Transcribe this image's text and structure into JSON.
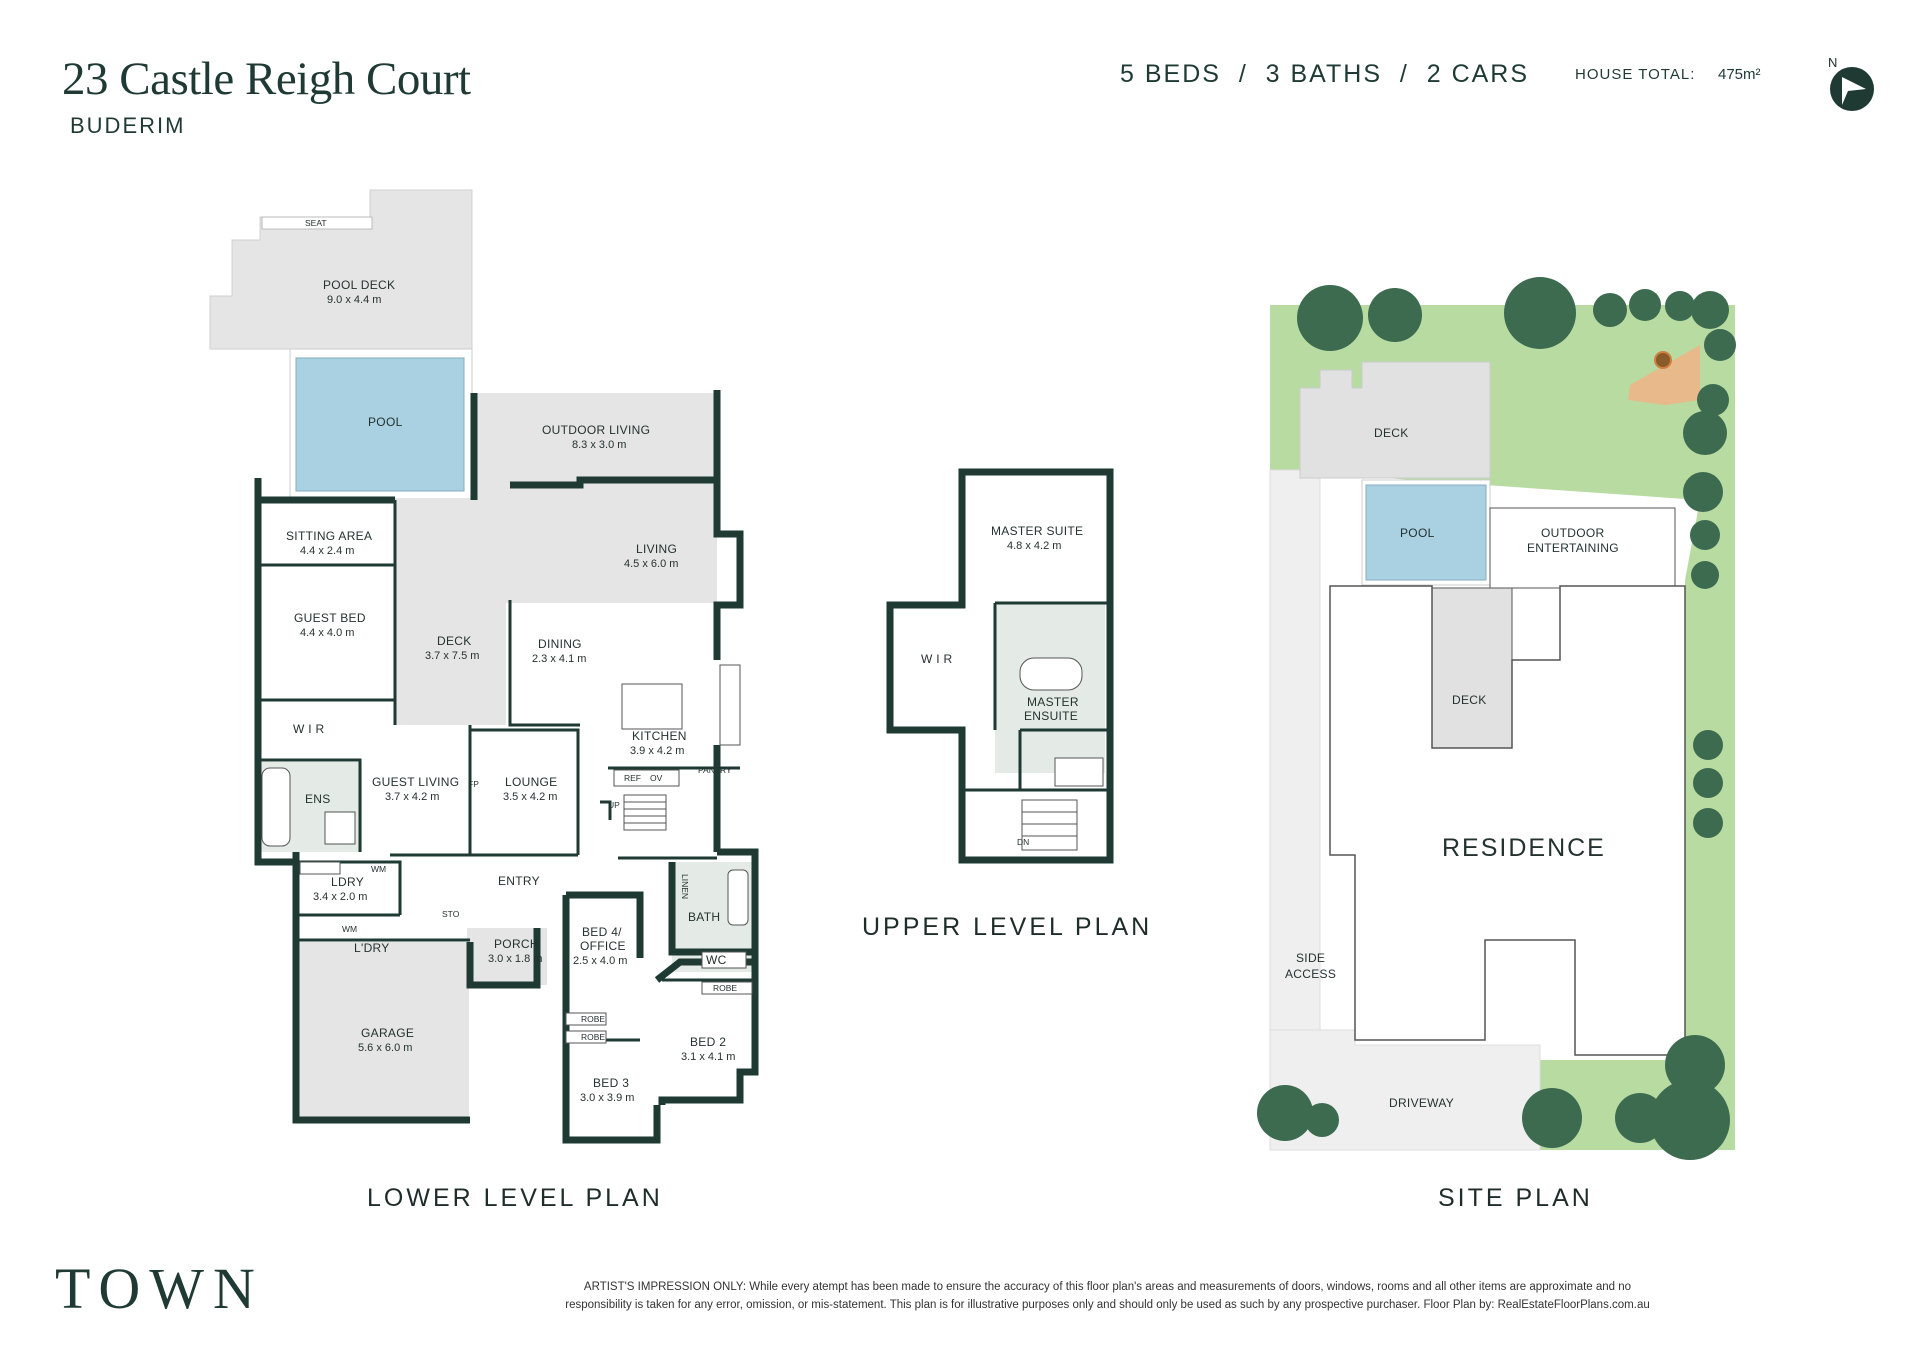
{
  "header": {
    "address": "23 Castle Reigh Court",
    "suburb": "BUDERIM",
    "specs": "5 BEDS  /  3 BATHS  /  2 CARS",
    "house_total_label": "HOUSE TOTAL:",
    "house_total_value": "475m²",
    "north_label": "N"
  },
  "lower_plan": {
    "title": "LOWER LEVEL PLAN",
    "rooms": {
      "seat": "SEAT",
      "pool_deck": {
        "name": "POOL DECK",
        "dim": "9.0 x 4.4 m"
      },
      "pool": {
        "name": "POOL"
      },
      "outdoor_living": {
        "name": "OUTDOOR LIVING",
        "dim": "8.3 x 3.0 m"
      },
      "sitting_area": {
        "name": "SITTING AREA",
        "dim": "4.4 x 2.4 m"
      },
      "guest_bed": {
        "name": "GUEST BED",
        "dim": "4.4 x 4.0 m"
      },
      "deck": {
        "name": "DECK",
        "dim": "3.7 x 7.5 m"
      },
      "living": {
        "name": "LIVING",
        "dim": "4.5 x 6.0 m"
      },
      "dining": {
        "name": "DINING",
        "dim": "2.3 x 4.1 m"
      },
      "kitchen": {
        "name": "KITCHEN",
        "dim": "3.9 x 4.2 m"
      },
      "wir": {
        "name": "W I R"
      },
      "ens": {
        "name": "ENS"
      },
      "guest_living": {
        "name": "GUEST LIVING",
        "dim": "3.7 x 4.2 m"
      },
      "fp": "FP",
      "lounge": {
        "name": "LOUNGE",
        "dim": "3.5 x 4.2 m"
      },
      "ref": "REF",
      "ov": "OV",
      "pantry": "PANTRY",
      "up": "UP",
      "ldry": {
        "name": "LDRY",
        "dim": "3.4 x 2.0 m"
      },
      "wm": "WM",
      "wm2": "WM",
      "ldry2": "L'DRY",
      "entry": {
        "name": "ENTRY"
      },
      "sto": "STO",
      "linen": "LINEN",
      "bath": {
        "name": "BATH"
      },
      "wc": {
        "name": "WC"
      },
      "porch": {
        "name": "PORCH",
        "dim": "3.0 x 1.8 m"
      },
      "bed4": {
        "name": "BED 4/",
        "name2": "OFFICE",
        "dim": "2.5 x 4.0 m"
      },
      "robe1": "ROBE",
      "robe2": "ROBE",
      "robe3": "ROBE",
      "bed2": {
        "name": "BED 2",
        "dim": "3.1 x 4.1 m"
      },
      "bed3": {
        "name": "BED 3",
        "dim": "3.0 x 3.9 m"
      },
      "garage": {
        "name": "GARAGE",
        "dim": "5.6 x 6.0 m"
      }
    }
  },
  "upper_plan": {
    "title": "UPPER LEVEL PLAN",
    "rooms": {
      "master_suite": {
        "name": "MASTER SUITE",
        "dim": "4.8 x 4.2 m"
      },
      "wir": {
        "name": "W I R"
      },
      "ensuite": {
        "name": "MASTER",
        "name2": "ENSUITE"
      },
      "dn": "DN"
    }
  },
  "site_plan": {
    "title": "SITE PLAN",
    "labels": {
      "deck1": "DECK",
      "pool": "POOL",
      "outdoor": "OUTDOOR",
      "outdoor2": "ENTERTAINING",
      "deck2": "DECK",
      "residence": "RESIDENCE",
      "side": "SIDE",
      "side2": "ACCESS",
      "driveway": "DRIVEWAY"
    }
  },
  "footer": {
    "logo": "TOWN",
    "disclaimer_line1": "ARTIST'S IMPRESSION ONLY: While every atempt has been made to ensure the accuracy of this floor plan's areas and measurements of doors, windows, rooms and all other items are approximate and no",
    "disclaimer_line2": "responsibility is taken for any error, omission, or mis-statement. This plan is for illustrative purposes only and should only be used as such by any prospective purchaser. Floor Plan by: RealEstateFloorPlans.com.au"
  },
  "colors": {
    "wall": "#1e3a33",
    "deck": "#e4e5e4",
    "pool": "#a9d1e2",
    "wet_area": "#e4ebe6",
    "lawn": "#b7dba1",
    "tree": "#3c6b50",
    "firepit": "#e8b98a"
  }
}
